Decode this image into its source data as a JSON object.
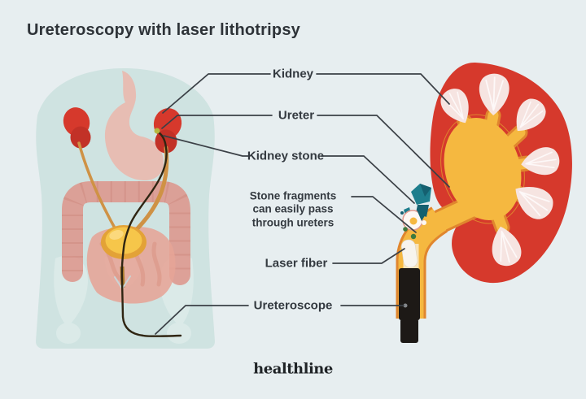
{
  "title": "Ureteroscopy with laser lithotripsy",
  "brand_logo": "healthline",
  "labels": {
    "kidney": "Kidney",
    "ureter": "Ureter",
    "kidney_stone": "Kidney stone",
    "stone_fragments": "Stone fragments can easily pass through ureters",
    "laser_fiber": "Laser fiber",
    "ureteroscope": "Ureteroscope"
  },
  "colors": {
    "background": "#e7eef0",
    "torso": "#cfe3e1",
    "bone": "#dcebe9",
    "kidney_red": "#d6392c",
    "pelvis_yellow": "#f5b840",
    "pelvis_outline": "#e0862e",
    "pyramid_pink": "#f6e4e1",
    "stone_teal": "#1e7e8d",
    "scope_black": "#1d1916",
    "intestine_pink": "#dd9186",
    "bladder_yellow": "#f6c64a",
    "text": "#343a40",
    "line": "#3b4046"
  }
}
